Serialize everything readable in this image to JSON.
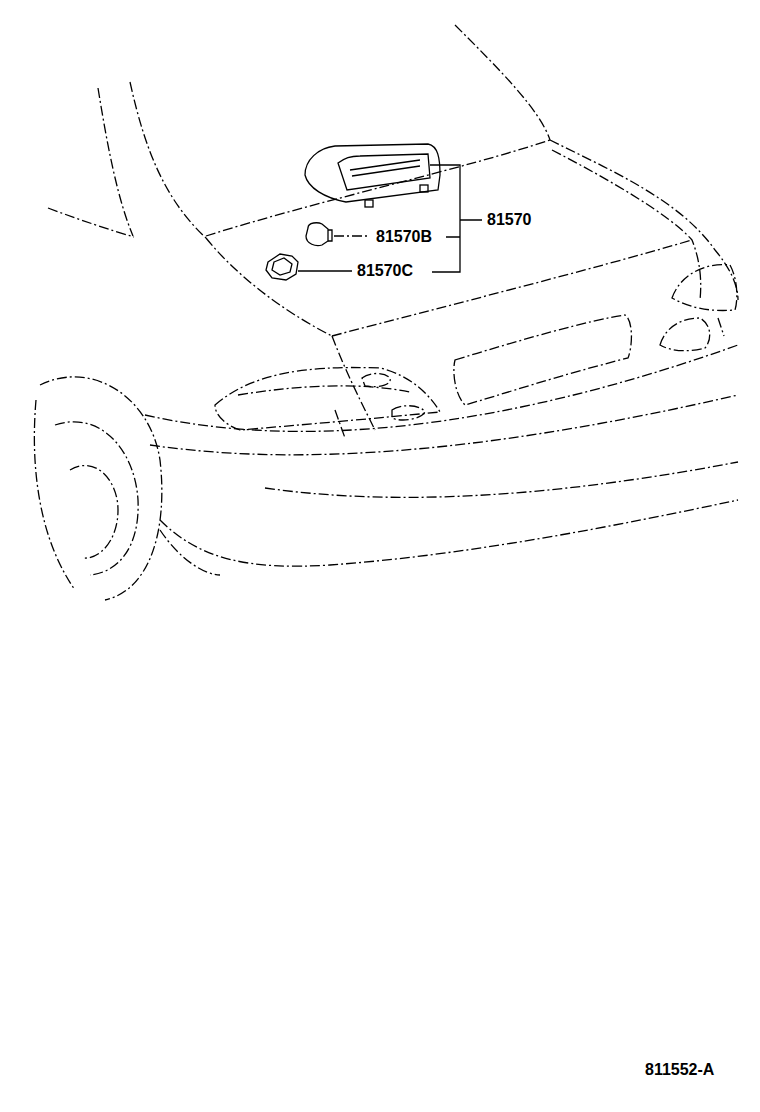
{
  "diagram": {
    "labels": [
      "81570",
      "81570B",
      "81570C",
      "811552-A"
    ]
  }
}
